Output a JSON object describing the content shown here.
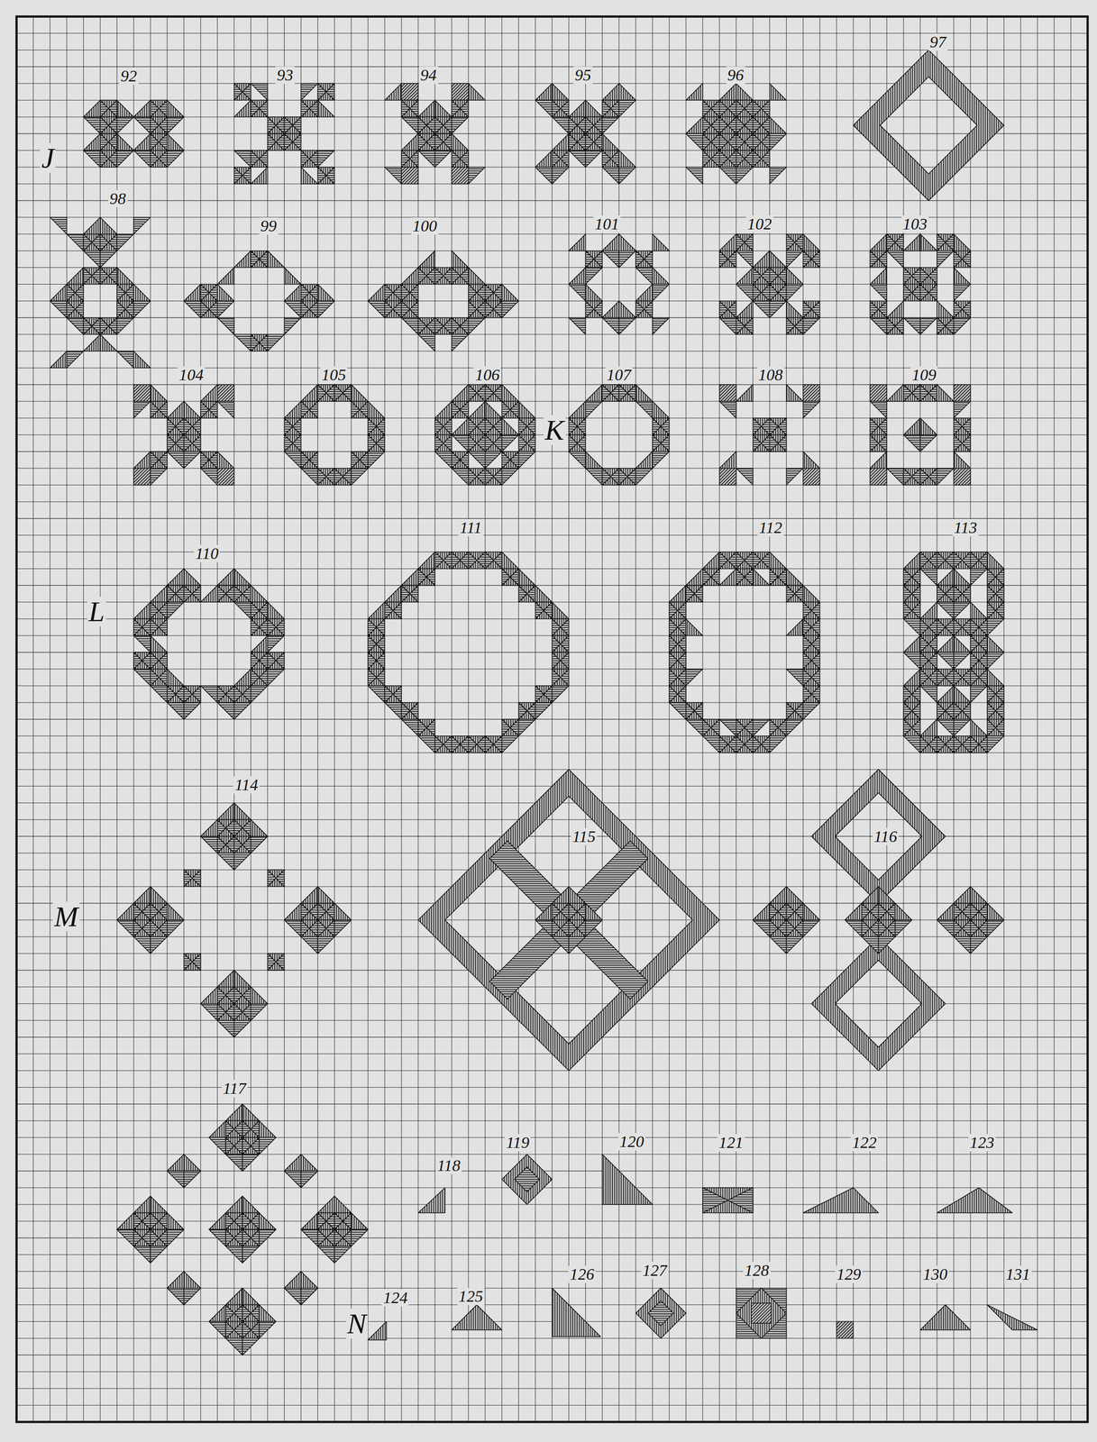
{
  "diagram": {
    "labels": [
      "J",
      "92",
      "93",
      "94",
      "95",
      "96",
      "97",
      "98",
      "99",
      "100",
      "101",
      "102",
      "103",
      "104",
      "105",
      "106",
      "K",
      "107",
      "108",
      "109",
      "L",
      "110",
      "111",
      "112",
      "113",
      "M",
      "114",
      "115",
      "116",
      "117",
      "118",
      "119",
      "120",
      "121",
      "122",
      "123",
      "N",
      "124",
      "125",
      "126",
      "127",
      "128",
      "129",
      "130",
      "131"
    ]
  }
}
